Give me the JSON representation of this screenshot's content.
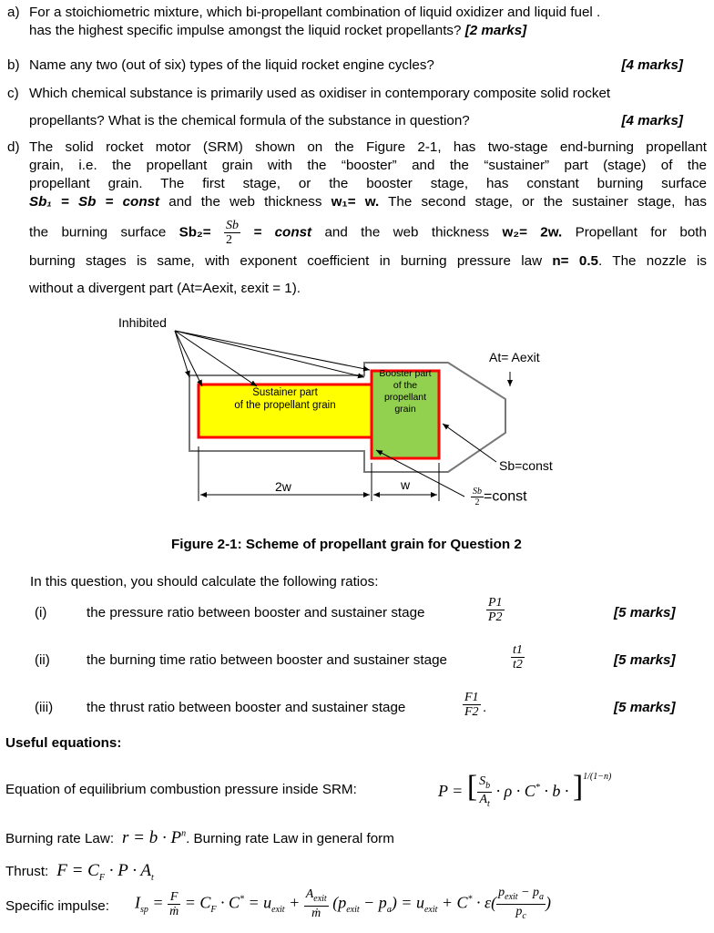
{
  "q_a": {
    "label": "a)",
    "line1": "For a stoichiometric mixture, which bi-propellant combination of liquid oxidizer and liquid fuel .",
    "line2": "has the highest specific impulse amongst the liquid rocket propellants?",
    "marks": "[2 marks]"
  },
  "q_b": {
    "label": "b)",
    "text": "Name any two (out of six) types of the liquid rocket engine cycles?",
    "marks": "[4 marks]"
  },
  "q_c": {
    "label": "c)",
    "line1": "Which chemical substance is primarily used as oxidiser in contemporary composite solid rocket",
    "line2": "propellants? What is the chemical formula of the substance in question?",
    "marks": "[4 marks]"
  },
  "q_d": {
    "label": "d)",
    "line1": "The solid rocket motor (SRM) shown on the Figure 2-1, has two-stage end-burning propellant",
    "line2": "grain, i.e. the propellant grain with the “booster” and the “sustainer” part (stage) of the",
    "line3": "propellant grain. The first stage, or the booster stage, has constant burning surface",
    "line4_a": "Sb₁ = Sb = const",
    "line4_b": " and the web thickness ",
    "line4_c": "w₁= w.",
    "line4_d": " The second stage, or the sustainer stage, has",
    "line5_a": "the burning surface ",
    "line5_b": "Sb₂=",
    "line5_num": "Sb",
    "line5_den": "2",
    "line5_c": "= const",
    "line5_d": " and the web thickness ",
    "line5_e": "w₂= 2w.",
    "line5_f": " Propellant for both",
    "line6_a": "burning stages is same, with exponent coefficient in burning pressure law ",
    "line6_b": "n= 0.5",
    "line6_c": ". The nozzle is",
    "line7": "without a divergent part (At=Aexit, εexit = 1)."
  },
  "figure": {
    "inhibited": "Inhibited",
    "sustainer": "Sustainer part\nof the propellant grain",
    "booster": "Booster part\nof the\npropellant\ngrain",
    "at_aexit": "At= Aexit",
    "sb_const": "Sb=const",
    "sb2_const": "=const",
    "sb2_num": "Sb",
    "sb2_den": "2",
    "dim_2w": "2w",
    "dim_w": "w",
    "caption": "Figure 2-1: Scheme of propellant grain for Question 2",
    "colors": {
      "sustainer": "#ffff00",
      "booster": "#92d050",
      "inhibitor": "#ff0000",
      "outline": "#777777"
    }
  },
  "ratios": {
    "intro": "In this question, you should calculate the following ratios:",
    "items": [
      {
        "num": "(i)",
        "text": "the pressure ratio between booster and sustainer stage",
        "n": "P1",
        "d": "P2",
        "marks": "[5 marks]"
      },
      {
        "num": "(ii)",
        "text": "the burning time ratio between booster and sustainer stage",
        "n": "t1",
        "d": "t2",
        "marks": "[5 marks]"
      },
      {
        "num": "(iii)",
        "text": "the thrust ratio between booster and sustainer stage",
        "n": "F1",
        "d": "F2",
        "marks": "[5 marks]"
      }
    ]
  },
  "equations": {
    "heading": "Useful equations:",
    "eq1_label": "Equation of equilibrium combustion pressure inside SRM:",
    "eq2_label": "Burning rate Law:",
    "eq2_tail": ". Burning rate Law in general form",
    "eq3_label": "Thrust:",
    "eq4_label": "Specific impulse:"
  }
}
